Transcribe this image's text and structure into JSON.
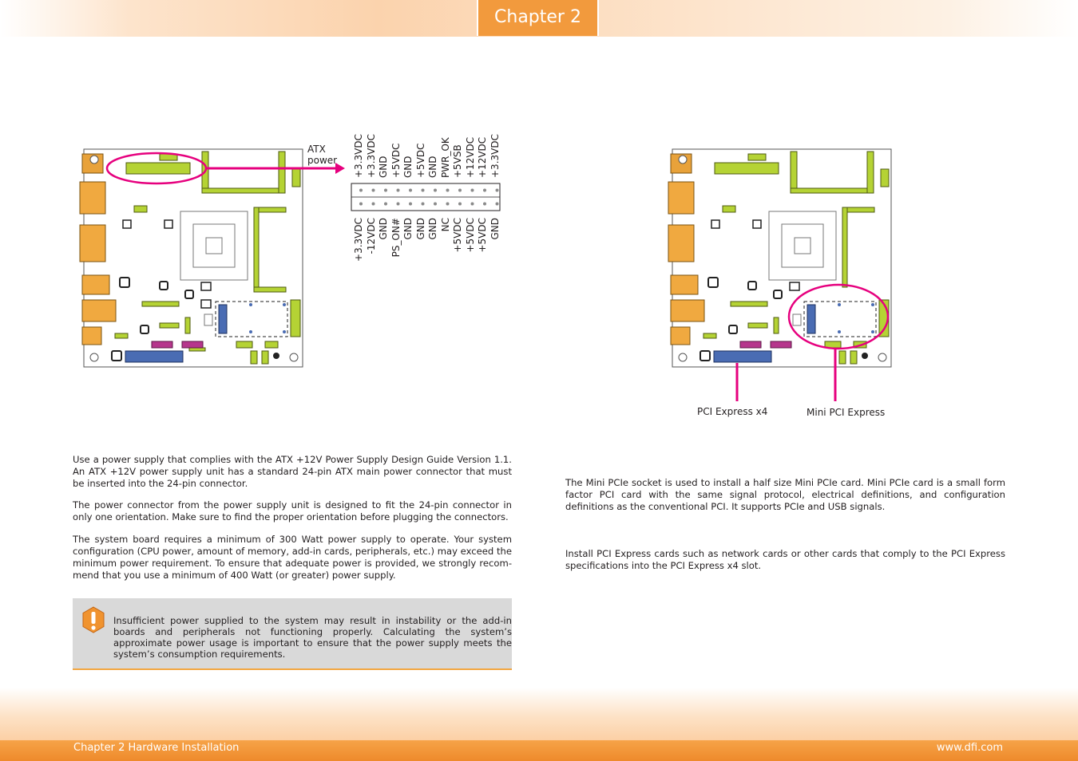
{
  "header": {
    "chapter_tab": "Chapter 2"
  },
  "left_diagram": {
    "callout_label_line1": "ATX",
    "callout_label_line2": "power",
    "pins_top": [
      "+3.3VDC",
      "+3.3VDC",
      "GND",
      "+5VDC",
      "GND",
      "+5VDC",
      "GND",
      "PWR_OK",
      "+5VSB",
      "+12VDC",
      "+12VDC",
      "+3.3VDC"
    ],
    "pins_bottom": [
      "+3.3VDC",
      "-12VDC",
      "GND",
      "PS_ON#",
      "GND",
      "GND",
      "GND",
      "NC",
      "+5VDC",
      "+5VDC",
      "+5VDC",
      "GND"
    ]
  },
  "right_diagram": {
    "label_pcie_x4": "PCI Express x4",
    "label_mini_pcie": "Mini PCI Express"
  },
  "left_text": {
    "p1": "Use a power supply that complies with the ATX +12V Power Supply Design Guide Version 1.1. An ATX +12V power supply unit has a standard 24-pin ATX main power connector that must be inserted into the 24-pin connector.",
    "p2": "The power connector from the power supply unit is designed to fit the 24-pin connector in only one orientation. Make sure to find the proper orientation before plugging the connectors.",
    "p3": "The system board requires a minimum of 300 Watt power supply to operate. Your system configuration (CPU power, amount of memory, add-in cards, peripherals, etc.) may exceed the minimum power requirement. To ensure that adequate power is provided, we strongly recom-mend that you use a minimum of 400 Watt (or greater) power supply.",
    "warning": "Insufficient power supplied to the system may result in instability or the add-in boards and peripherals not functioning properly. Calculating the system’s approximate power usage is important to ensure that the power supply meets the system’s consumption requirements."
  },
  "right_text": {
    "p1": "The Mini PCIe socket is used to install a half size Mini PCIe card. Mini PCIe card is a small form factor PCI card with the same signal protocol, electrical definitions, and configuration definitions as the conventional PCI. It supports PCIe and USB signals.",
    "p2": "Install PCI Express cards such as network cards or other cards that comply to the PCI Express specifications into the PCI Express x4 slot."
  },
  "footer": {
    "left": "Chapter 2 Hardware Installation",
    "right": "www.dfi.com"
  },
  "colors": {
    "accent_orange": "#f29a3d",
    "highlight_magenta": "#e6007e",
    "connector_green": "#b5d334",
    "warning_bg": "#d9d9d9"
  }
}
